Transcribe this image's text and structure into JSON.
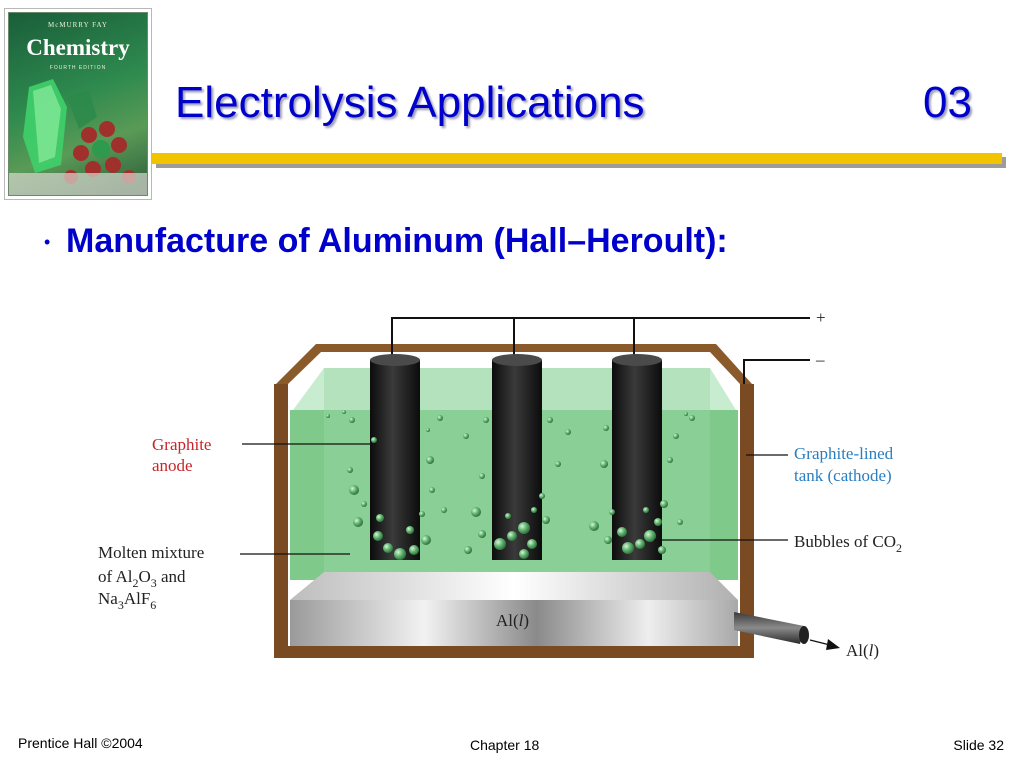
{
  "book_cover": {
    "authors": "McMURRY   FAY",
    "title": "Chemistry",
    "edition": "FOURTH EDITION"
  },
  "slide": {
    "title": "Electrolysis Applications",
    "number_tag": "03",
    "bullet": "Manufacture of Aluminum (Hall–Heroult):"
  },
  "diagram": {
    "labels": {
      "plus": "+",
      "minus": "–",
      "graphite_anode": [
        "Graphite",
        "anode"
      ],
      "graphite_tank": [
        "Graphite-lined",
        "tank (cathode)"
      ],
      "bubbles": "Bubbles of CO",
      "bubbles_sub": "2",
      "molten": [
        "Molten mixture",
        "of Al",
        "2",
        "O",
        "3",
        " and",
        "Na",
        "3",
        "AlF",
        "6"
      ],
      "al_in_tank": [
        "Al(",
        "l",
        ")"
      ],
      "al_out": [
        "Al(",
        "l",
        ")"
      ]
    },
    "colors": {
      "title_blue": "#0000cc",
      "rule_yellow": "#f2c400",
      "label_red": "#c8252b",
      "label_blue": "#2a7ec0",
      "tank_brown": "#7a4a22",
      "electrolyte_green": "#7fc98a"
    }
  },
  "footer": {
    "left": "Prentice Hall ©2004",
    "center": "Chapter 18",
    "right": "Slide 32"
  }
}
